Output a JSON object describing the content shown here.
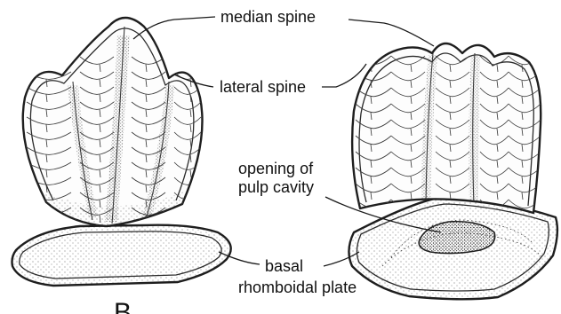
{
  "labels": {
    "median_spine": "median spine",
    "lateral_spine": "lateral spine",
    "opening_line1": "opening of",
    "opening_line2": "pulp cavity",
    "basal_line1": "basal",
    "basal_line2": "rhomboidal plate"
  },
  "panel_letter": "B",
  "colors": {
    "ink": "#1e1e1e",
    "background": "#ffffff",
    "stipple": "#555555"
  }
}
